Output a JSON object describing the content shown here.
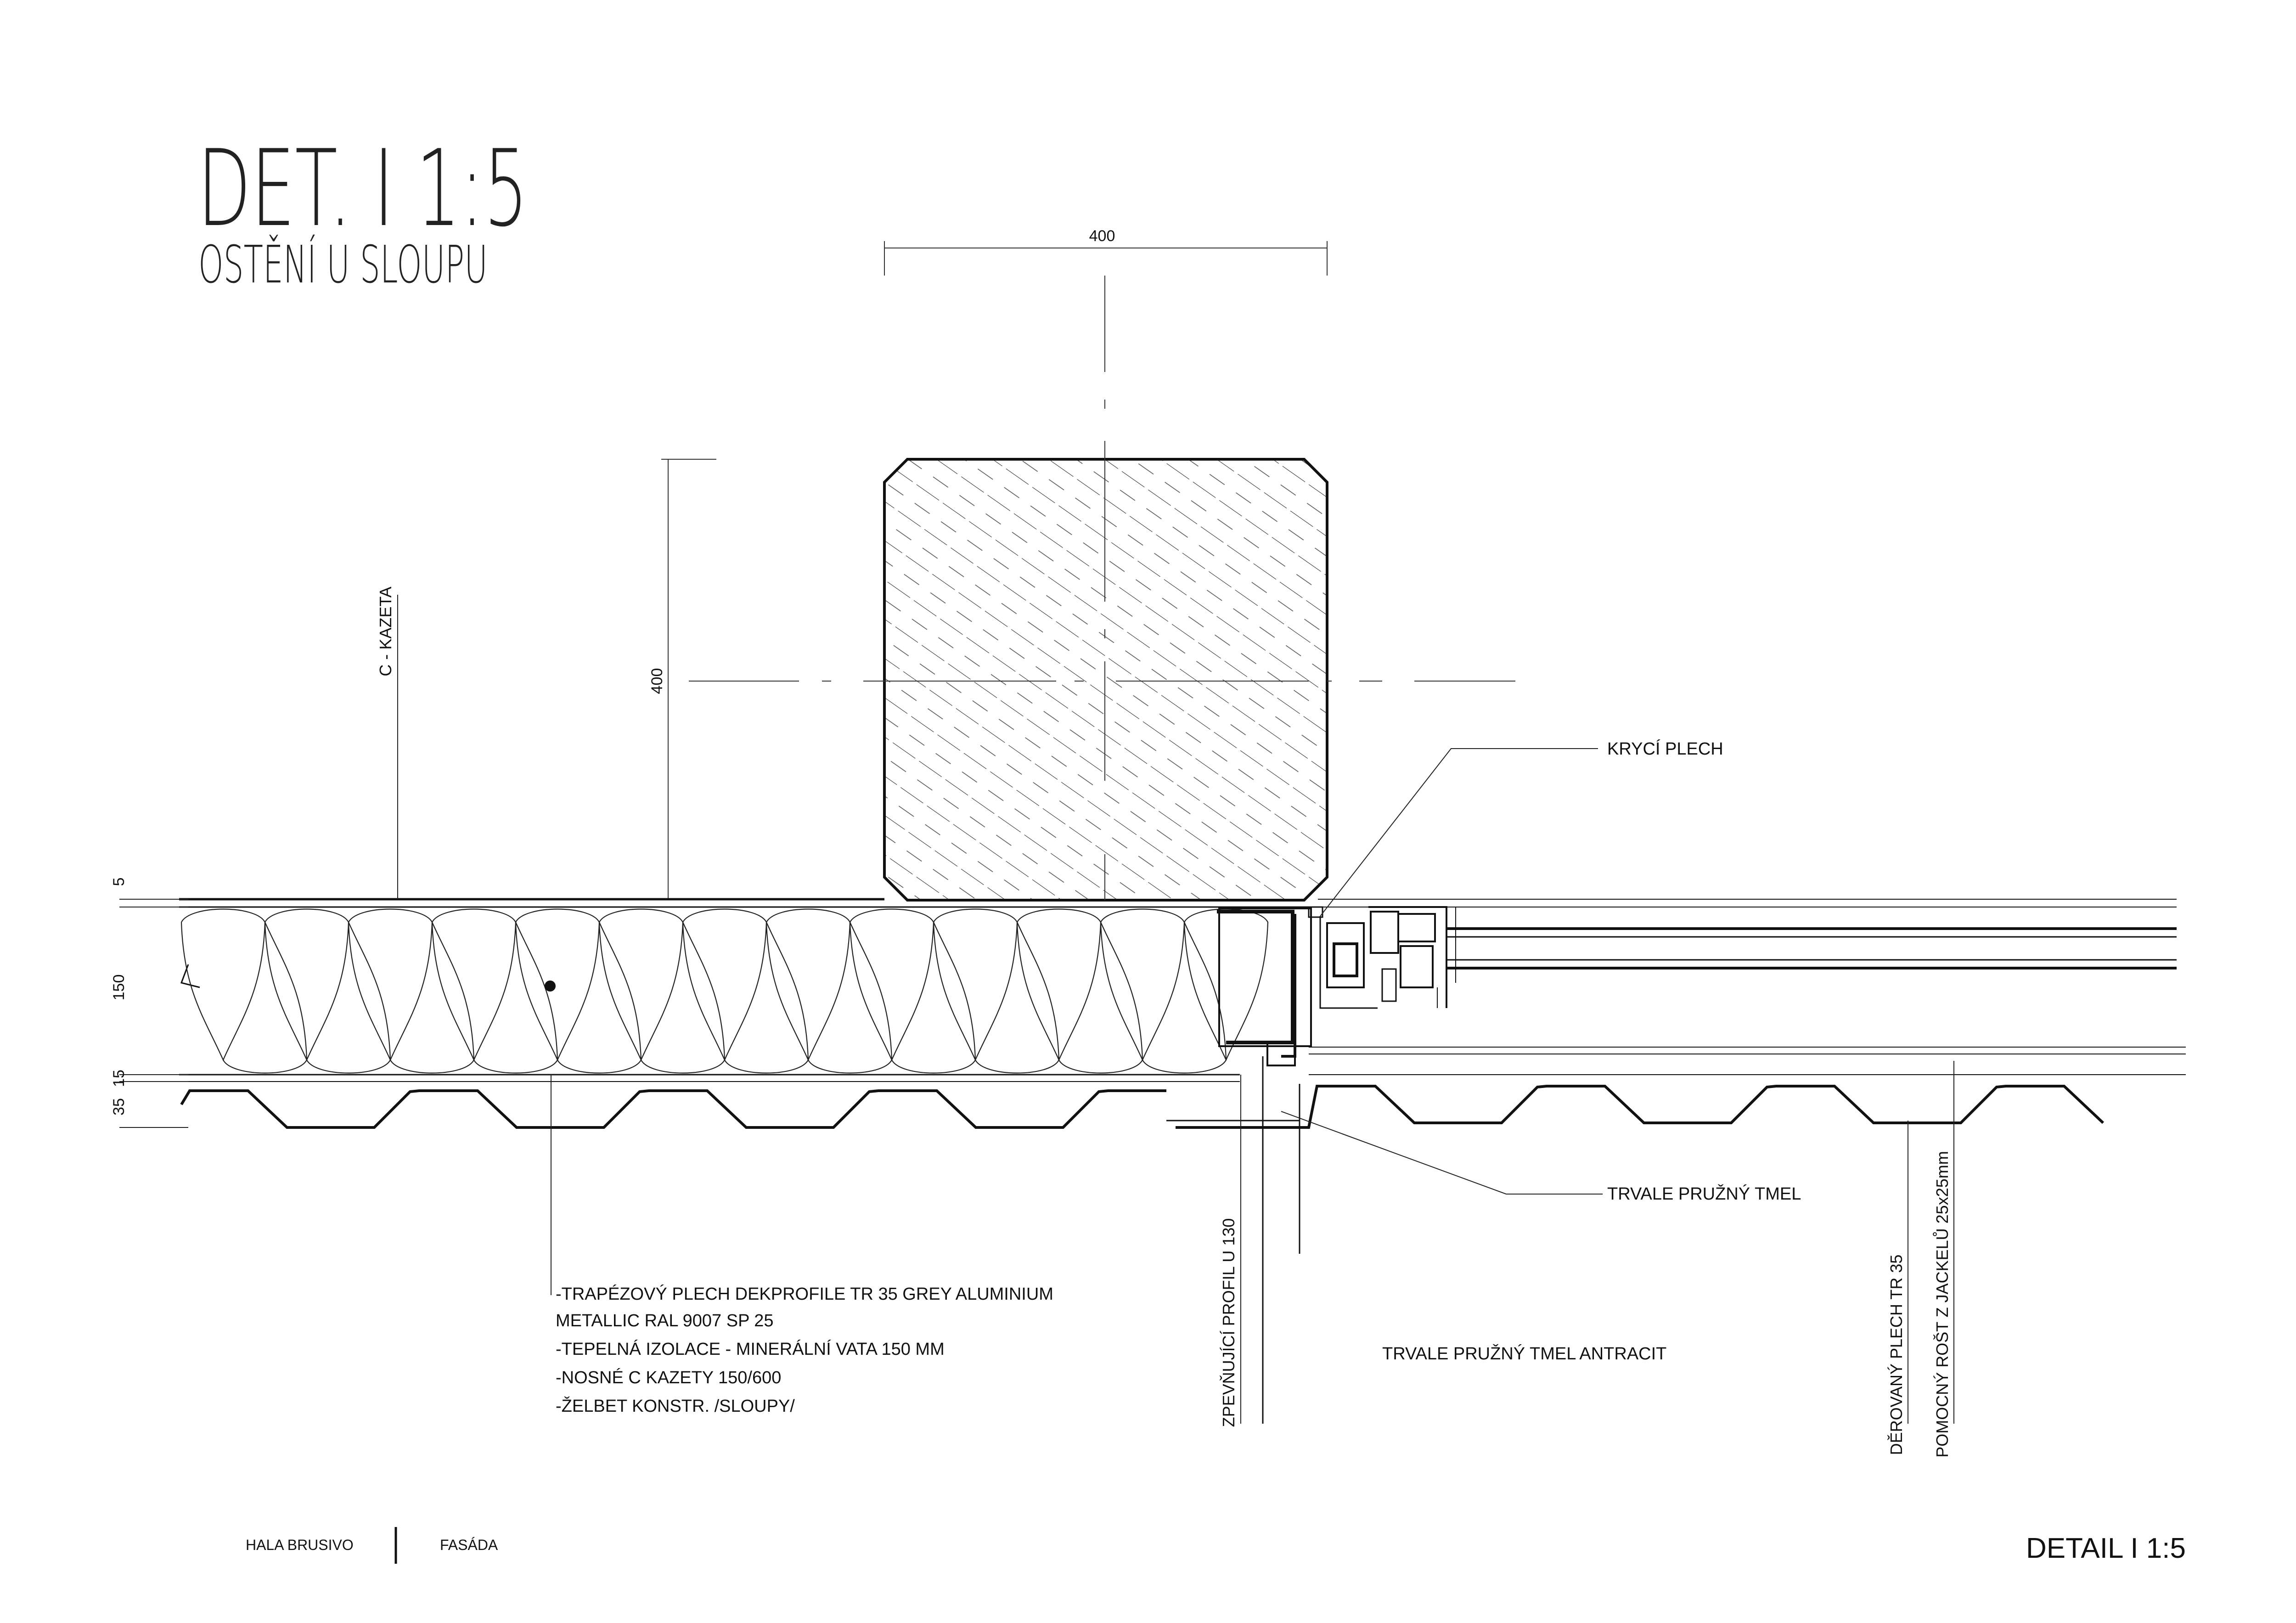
{
  "title": {
    "main": "DET. I 1:5",
    "sub": "OSTĚNÍ U SLOUPU"
  },
  "dimensions": {
    "column_width": "400",
    "column_height": "400",
    "dim_5": "5",
    "dim_150": "150",
    "dim_35": "35",
    "dim_15": "15"
  },
  "labels": {
    "c_kazeta": "C - KAZETA",
    "kryci_plech": "KRYCÍ PLECH",
    "trvale_pruzny_tmel": "TRVALE PRUŽNÝ TMEL",
    "trvale_pruzny_tmel_antracit": "TRVALE PRUŽNÝ TMEL ANTRACIT",
    "zpevnujici_profil": "ZPEVŇUJÍCÍ PROFIL U 130",
    "derovany_plech": "DĚROVANÝ PLECH TR 35",
    "pomocny_rost": "POMOCNÝ ROŠT Z JACKELŮ 25x25mm"
  },
  "composition": [
    "-TRAPÉZOVÝ PLECH DEKPROFILE TR 35 GREY ALUMINIUM",
    "METALLIC RAL 9007 SP 25",
    "-TEPELNÁ IZOLACE - MINERÁLNÍ VATA 150 MM",
    "-NOSNÉ C KAZETY 150/600",
    "-ŽELBET KONSTR. /SLOUPY/"
  ],
  "footer": {
    "project": "HALA BRUSIVO",
    "section": "FASÁDA",
    "detail": "DETAIL I 1:5"
  },
  "colors": {
    "line": "#111111",
    "thin": "#444444"
  }
}
